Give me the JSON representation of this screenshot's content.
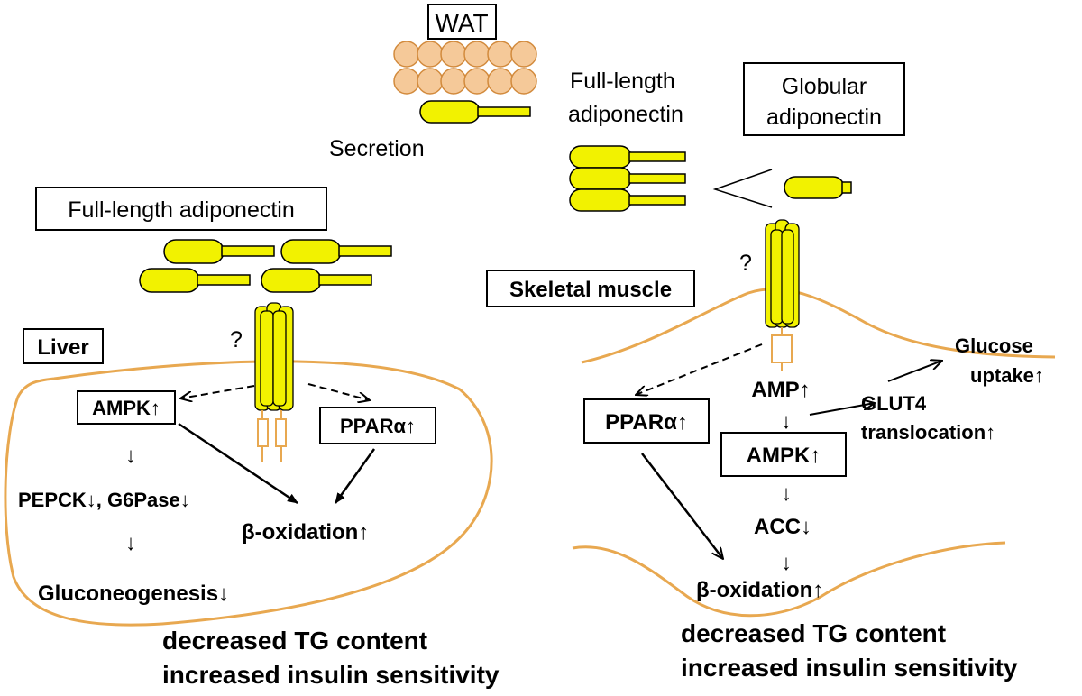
{
  "top": {
    "wat_label": "WAT",
    "secretion_label": "Secretion",
    "full_length_label_line1": "Full-length",
    "full_length_label_line2": "adiponectin",
    "globular_label_line1": "Globular",
    "globular_label_line2": "adiponectin"
  },
  "liver": {
    "adiponectin_box_label": "Full-length adiponectin",
    "receptor_question": "?",
    "organ_label": "Liver",
    "ampk": "AMPK↑",
    "ppara": "PPARα↑",
    "pepck": "PEPCK↓, G6Pase↓",
    "gluconeogenesis": "Gluconeogenesis↓",
    "beta_oxidation": "β-oxidation↑",
    "down_arrow": "↓",
    "outcome_line1": "decreased TG content",
    "outcome_line2": "increased insulin sensitivity"
  },
  "muscle": {
    "organ_label": "Skeletal muscle",
    "receptor_question": "?",
    "ppara": "PPARα↑",
    "amp": "AMP↑",
    "ampk": "AMPK↑",
    "acc": "ACC↓",
    "beta_oxidation": "β-oxidation↑",
    "glut4_line1": "GLUT4",
    "glut4_line2": "translocation↑",
    "glucose_line1": "Glucose",
    "glucose_line2": "uptake↑",
    "down_arrow": "↓",
    "outcome_line1": "decreased TG content",
    "outcome_line2": "increased insulin sensitivity"
  },
  "colors": {
    "adipocyte_fill": "#f5c999",
    "adipocyte_stroke": "#d28a3c",
    "adiponectin_fill": "#f2f200",
    "receptor_fill": "#b8ae00",
    "membrane": "#e8a850"
  }
}
